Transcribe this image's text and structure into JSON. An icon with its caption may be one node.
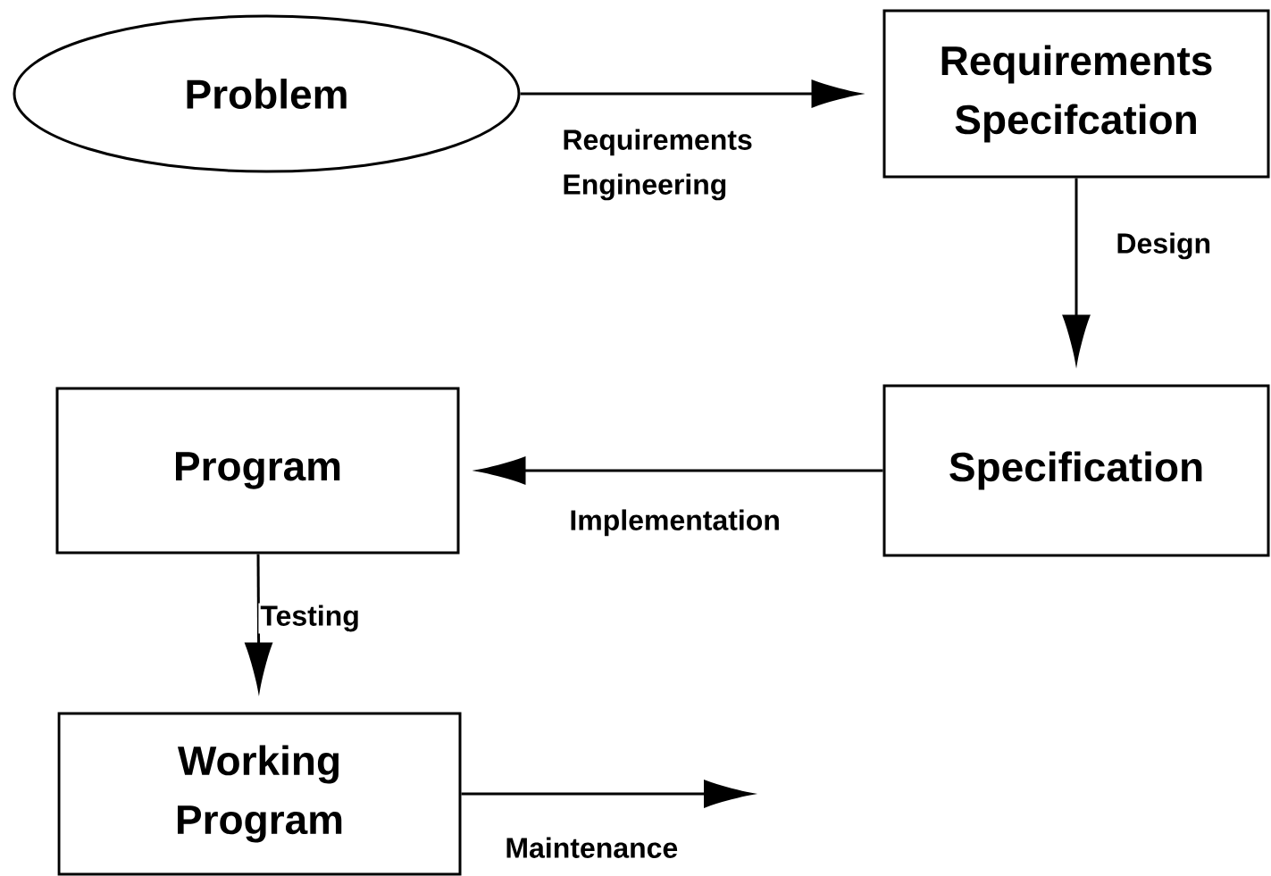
{
  "diagram": {
    "nodes": [
      {
        "text": [
          "Problem"
        ]
      },
      {
        "text": [
          "Requirements Specifcation"
        ]
      },
      {
        "text": [
          "Specification"
        ]
      },
      {
        "text": [
          "Program"
        ]
      },
      {
        "text": [
          "Working Program"
        ]
      }
    ],
    "edges": [
      {
        "from": 0,
        "to": 1,
        "arrow": "to",
        "label": "Requirements Engineering"
      },
      {
        "from": 1,
        "to": 2,
        "arrow": "to",
        "label": "Design"
      },
      {
        "from": 2,
        "to": 3,
        "arrow": "to",
        "label": "Implementation"
      },
      {
        "from": 3,
        "to": 4,
        "arrow": "to",
        "label": "Testing"
      },
      {
        "from": 4,
        "to": null,
        "arrow": "to",
        "label": "Maintenance"
      }
    ]
  }
}
